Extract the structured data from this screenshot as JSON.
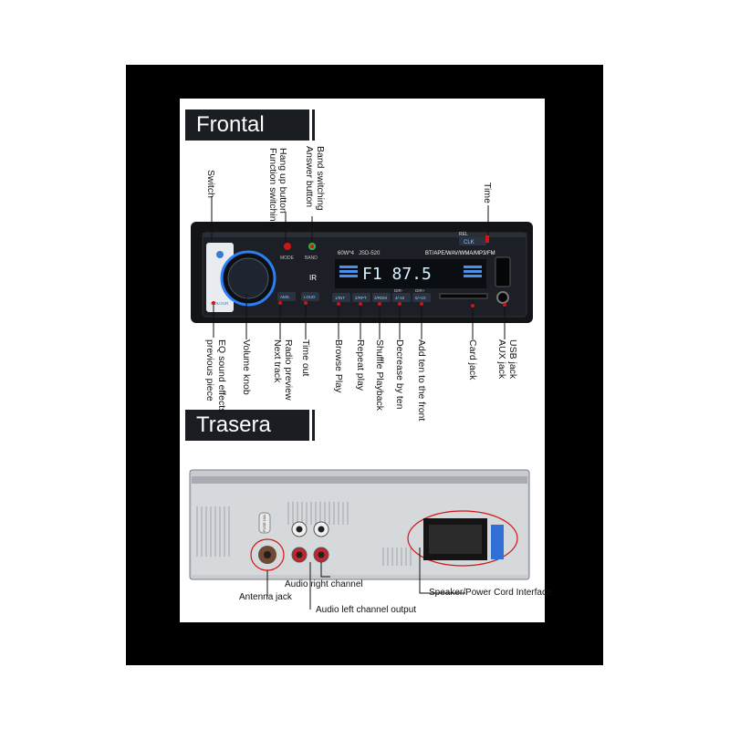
{
  "sections": {
    "front": "Frontal",
    "back": "Trasera"
  },
  "front_labels_top": {
    "switch": "Switch",
    "hangup_1": "Hang up button",
    "hangup_2": "Function switching",
    "band_1": "Band switching",
    "band_2": "Answer button",
    "time": "Time"
  },
  "front_labels_bottom": {
    "eq_1": "EQ sound effects",
    "eq_2": "previous piece",
    "volume": "Volume knob",
    "radio_1": "Radio preview",
    "radio_2": "Next track",
    "timeout": "Time out",
    "browse": "Browse Play",
    "repeat": "Repeat play",
    "shuffle": "Shuffle Playback",
    "dec": "Decrease by ten",
    "add": "Add ten to the front",
    "card": "Card jack",
    "usb_1": "USB jack",
    "usb_2": "AUX jack"
  },
  "device_text": {
    "power": "60W*4",
    "model": "JSD-520",
    "formats": "BT/APE/WAV/WMA/MP3/FM",
    "display": "F1 87.5",
    "mode": "MODE",
    "band": "BAND",
    "clk": "CLK",
    "rel": "REL",
    "colour": "COLOUR",
    "ams": "AMS",
    "loud": "LOUD",
    "b1": "1/INT",
    "b2": "2/RPT",
    "b3": "3/RDM",
    "b4": "4/-10",
    "b5": "5/+10",
    "dir_minus": "DIR-",
    "dir_plus": "DIR+",
    "ir": "IR",
    "fuse": "FUSE 10A"
  },
  "back_labels": {
    "antenna": "Antenna jack",
    "audio_right": "Audio right channel",
    "audio_left": "Audio left channel output",
    "speaker": "Speaker/Power Cord Interface"
  },
  "colors": {
    "accent": "#d01515",
    "knob_ring": "#2a7ff5",
    "display": "#d8f0ff"
  }
}
